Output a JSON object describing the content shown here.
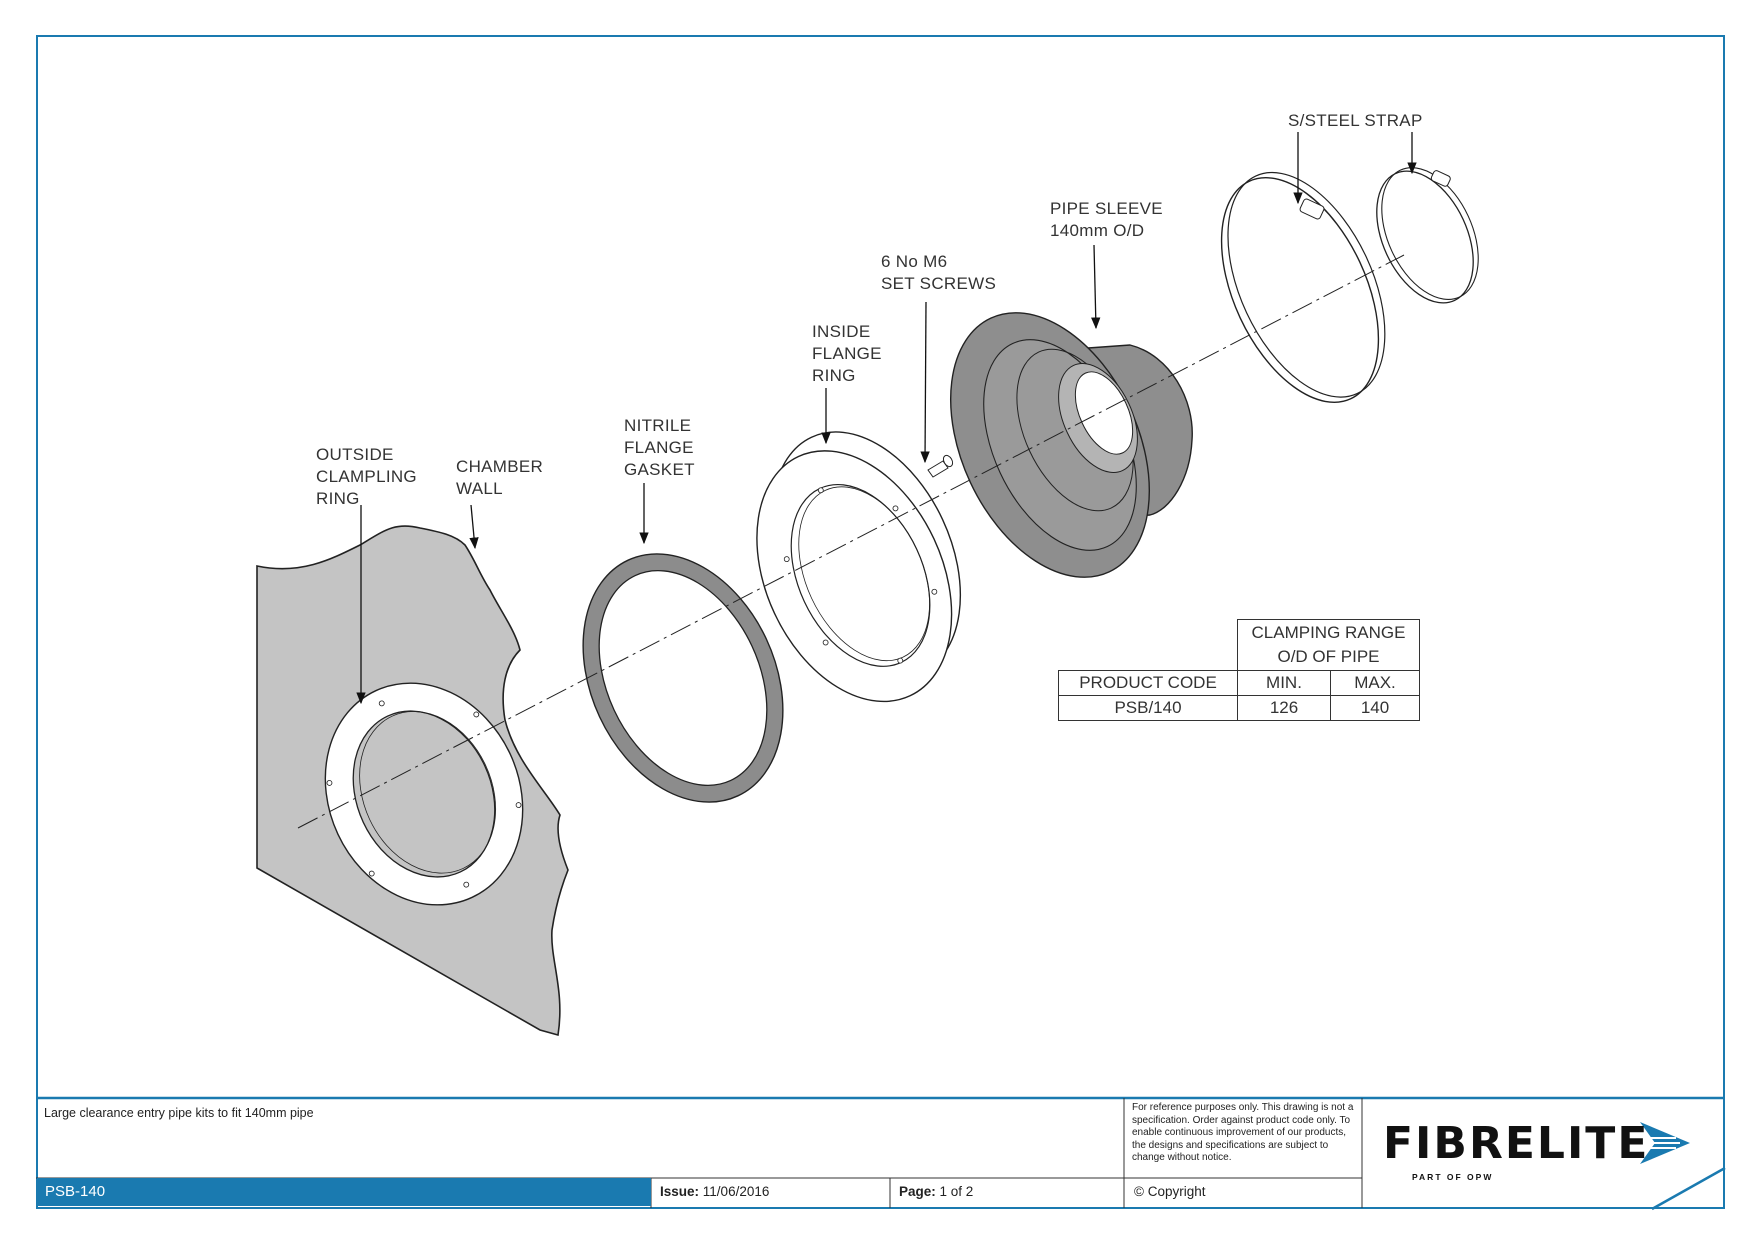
{
  "labels": {
    "outside_ring": "OUTSIDE\nCLAMPLING\nRING",
    "chamber_wall": "CHAMBER\nWALL",
    "gasket": "NITRILE\nFLANGE\nGASKET",
    "inside_ring": "INSIDE\nFLANGE\nRING",
    "set_screws": "6 No M6\nSET SCREWS",
    "pipe_sleeve": "PIPE SLEEVE\n140mm O/D",
    "strap": "S/STEEL STRAP"
  },
  "table": {
    "group_header": "CLAMPING RANGE\nO/D OF PIPE",
    "col_code": "PRODUCT CODE",
    "col_min": "MIN.",
    "col_max": "MAX.",
    "row": {
      "code": "PSB/140",
      "min": "126",
      "max": "140"
    }
  },
  "title_block": {
    "description": "Large clearance entry pipe kits to fit 140mm pipe",
    "note": "For reference purposes only. This drawing is not a specification. Order against product code only.  To enable continuous improvement of our products, the designs and specifications are subject to change without notice.",
    "code": "PSB-140",
    "issue_label": "Issue:",
    "issue_value": "11/06/2016",
    "page_label": "Page:",
    "page_value": "1 of 2",
    "copyright": "© Copyright",
    "brand": "FIBRELITE",
    "brand_sub": "PART OF OPW"
  },
  "colors": {
    "accent": "#1a7ab0",
    "wall": "#c4c4c4",
    "gasket": "#8c8c8c",
    "sleeve": "#8e8e8e"
  }
}
